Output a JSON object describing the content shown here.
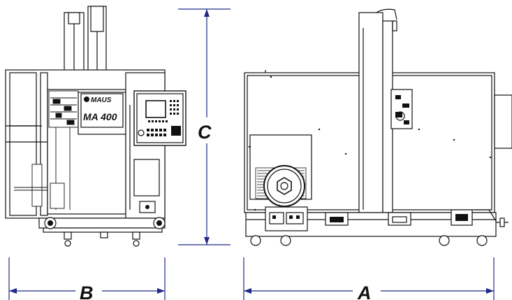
{
  "labels": {
    "height_dim": "C",
    "width_dim": "B",
    "length_dim": "A"
  },
  "brand": {
    "logo_text": "MAUS",
    "model": "MA 400"
  },
  "colors": {
    "dimension_line": "#1f2a8a",
    "drawing": "#111111",
    "background": "#ffffff"
  }
}
